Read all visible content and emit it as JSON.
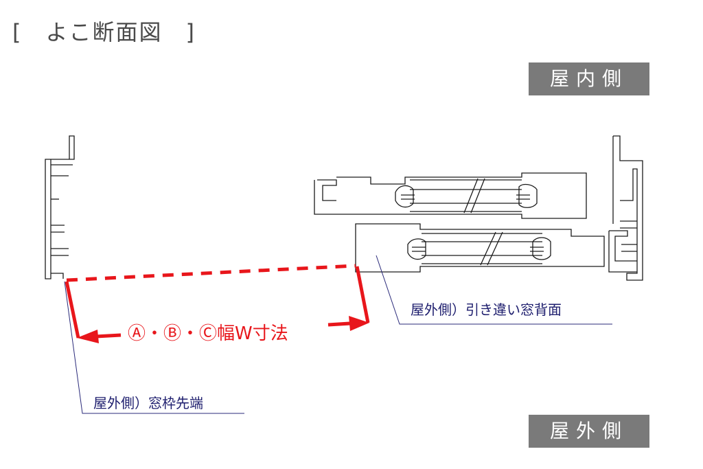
{
  "title": "[　よこ断面図　]",
  "labels": {
    "inside": "屋内側",
    "outside": "屋外側",
    "sash_back": "屋外側）引き違い窓背面",
    "frame_tip": "屋外側）窓枠先端",
    "dimension": "Ⓐ・Ⓑ・Ⓒ幅W寸法"
  },
  "colors": {
    "line": "#1a1a1a",
    "dimension": "#e8161b",
    "callout_line": "#2a2a7a",
    "callout_text": "#1e1e6e",
    "tag_bg": "#7a7a7a"
  }
}
